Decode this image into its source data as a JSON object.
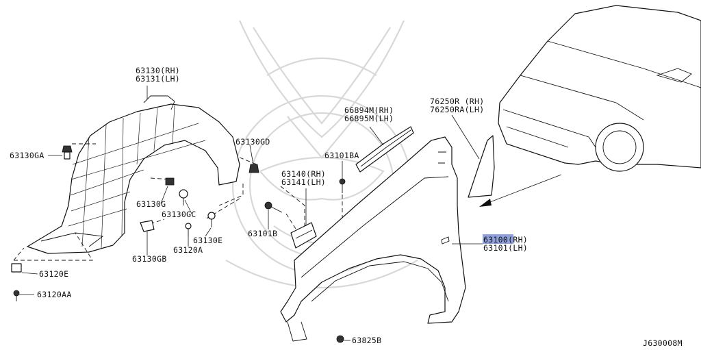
{
  "diagram_id": "J630008M",
  "colors": {
    "highlight": "#8fa0dc",
    "ink": "#111111",
    "watermark": "#d8d8d8"
  },
  "labels": [
    {
      "key": "p63130",
      "lines": [
        "63130(RH)",
        "63131(LH)"
      ]
    },
    {
      "key": "p63130GA",
      "lines": [
        "63130GA"
      ]
    },
    {
      "key": "p63130GD",
      "lines": [
        "63130GD"
      ]
    },
    {
      "key": "p63130G",
      "lines": [
        "63130G"
      ]
    },
    {
      "key": "p63130GC",
      "lines": [
        "63130GC"
      ]
    },
    {
      "key": "p63130E",
      "lines": [
        "63130E"
      ]
    },
    {
      "key": "p63120A",
      "lines": [
        "63120A"
      ]
    },
    {
      "key": "p63130GB",
      "lines": [
        "63130GB"
      ]
    },
    {
      "key": "p63120E",
      "lines": [
        "63120E"
      ]
    },
    {
      "key": "p63120AA",
      "lines": [
        "63120AA"
      ]
    },
    {
      "key": "p66894",
      "lines": [
        "66894M(RH)",
        "66895M(LH)"
      ]
    },
    {
      "key": "p63101BA",
      "lines": [
        "63101BA"
      ]
    },
    {
      "key": "p63140",
      "lines": [
        "63140(RH)",
        "63141(LH)"
      ]
    },
    {
      "key": "p63101B",
      "lines": [
        "63101B"
      ]
    },
    {
      "key": "p76250",
      "lines": [
        "76250R (RH)",
        "76250RA(LH)"
      ]
    },
    {
      "key": "p63100",
      "lines": [
        "63100(RH)",
        "63101(LH)"
      ]
    },
    {
      "key": "p63825B",
      "lines": [
        "63825B"
      ]
    }
  ]
}
